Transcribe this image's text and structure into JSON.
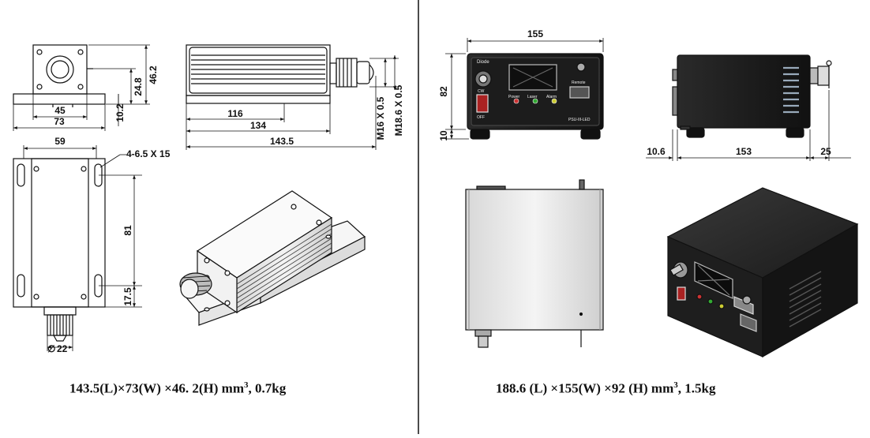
{
  "left_panel": {
    "dims": {
      "h_total": "46.2",
      "h_axis": "24.8",
      "base_thk": "10.2",
      "base_inner": "45",
      "base_width": "73",
      "len_body": "116",
      "len_base": "134",
      "len_total": "143.5",
      "thread_1": "M16 X 0.5",
      "thread_2": "M18.6 X 0.5",
      "top_width": "59",
      "slot": "4-6.5 X 15",
      "slot_pitch": "81",
      "slot_edge": "17.5",
      "knob_dia": "22"
    },
    "caption": {
      "main": "143.5(L)×73(W) ×46. 2(H) mm",
      "sup": "3",
      "weight": ",    0.7kg"
    }
  },
  "right_panel": {
    "dims": {
      "width": "155",
      "height": "82",
      "feet": "10",
      "depth_left": "10.6",
      "depth": "153",
      "depth_right": "25"
    },
    "labels": {
      "panel_title": "Diode",
      "knob": "CW",
      "switch": "OFF",
      "power": "Power",
      "laser": "Laser",
      "alarm": "Alarm",
      "remote": "Remote",
      "model": "PSU-III-LED"
    },
    "caption": {
      "main": "188.6 (L) ×155(W) ×92 (H) mm",
      "sup": "3",
      "weight": ",    1.5kg"
    }
  }
}
